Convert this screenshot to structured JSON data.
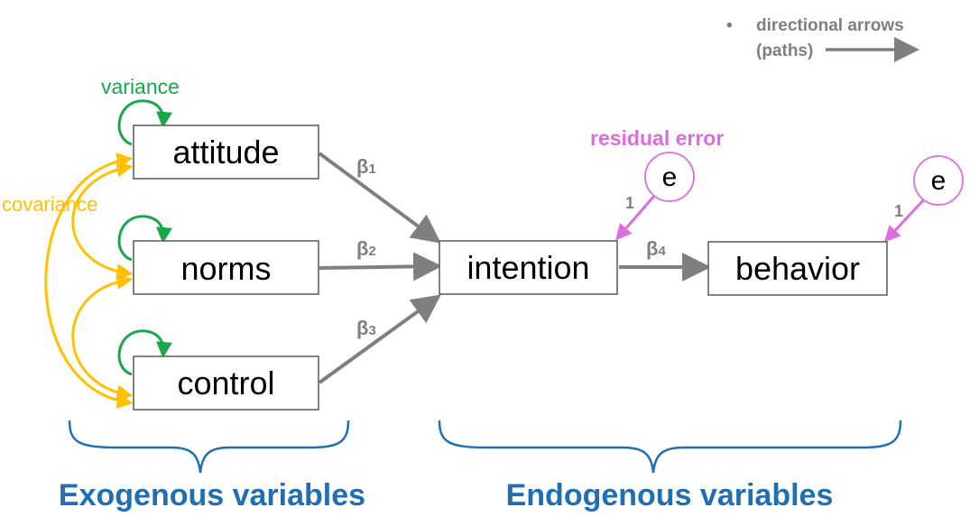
{
  "colors": {
    "path": "#7f7f7f",
    "variance": "#18a74a",
    "covariance": "#ffc000",
    "residual": "#dc6edc",
    "group": "#1f6fb5",
    "box_border": "#595959"
  },
  "nodes": {
    "attitude": "attitude",
    "norms": "norms",
    "control": "control",
    "intention": "intention",
    "behavior": "behavior"
  },
  "paths": {
    "b1": {
      "symbol": "β",
      "index": "1"
    },
    "b2": {
      "symbol": "β",
      "index": "2"
    },
    "b3": {
      "symbol": "β",
      "index": "3"
    },
    "b4": {
      "symbol": "β",
      "index": "4"
    }
  },
  "errors": {
    "intention": {
      "label": "e",
      "loading": "1"
    },
    "behavior": {
      "label": "e",
      "loading": "1"
    }
  },
  "annotations": {
    "variance": "variance",
    "covariance": "covariance",
    "residual_error": "residual error"
  },
  "legend": {
    "bullet": "•",
    "line1": "directional arrows",
    "line2": "(paths)"
  },
  "groups": {
    "exogenous": "Exogenous variables",
    "endogenous": "Endogenous variables"
  }
}
